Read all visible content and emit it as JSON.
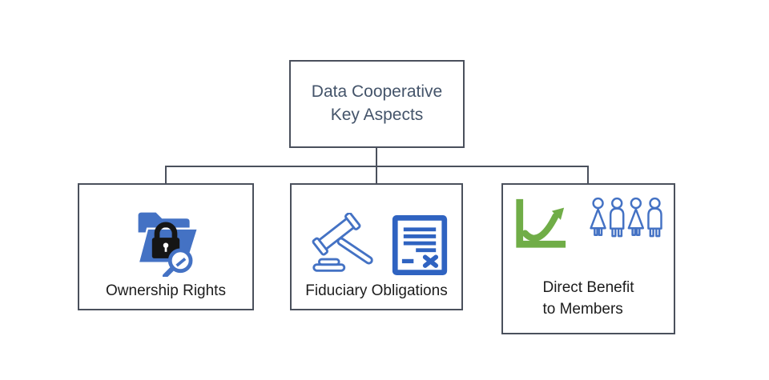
{
  "diagram": {
    "title": {
      "lines": [
        "Data Cooperative",
        "Key Aspects"
      ]
    },
    "nodes": [
      {
        "id": "ownership-rights",
        "label_lines": [
          "Ownership Rights"
        ],
        "icons": [
          "locked-folder-search-icon"
        ]
      },
      {
        "id": "fiduciary-obligations",
        "label_lines": [
          "Fiduciary Obligations"
        ],
        "icons": [
          "gavel-icon",
          "contract-document-icon"
        ]
      },
      {
        "id": "direct-benefit-to-members",
        "label_lines": [
          "Direct Benefit",
          "to Members"
        ],
        "icons": [
          "growth-chart-icon",
          "members-group-icon"
        ]
      }
    ],
    "colors": {
      "background": "#ffffff",
      "box_border": "#4a505c",
      "connector": "#4a505c",
      "title_text": "#44546a",
      "label_text": "#1c1c1c",
      "icon_blue": "#4472c4",
      "icon_blue_dark": "#2f63c1",
      "icon_green": "#70ad47",
      "lock_black": "#151515"
    }
  }
}
